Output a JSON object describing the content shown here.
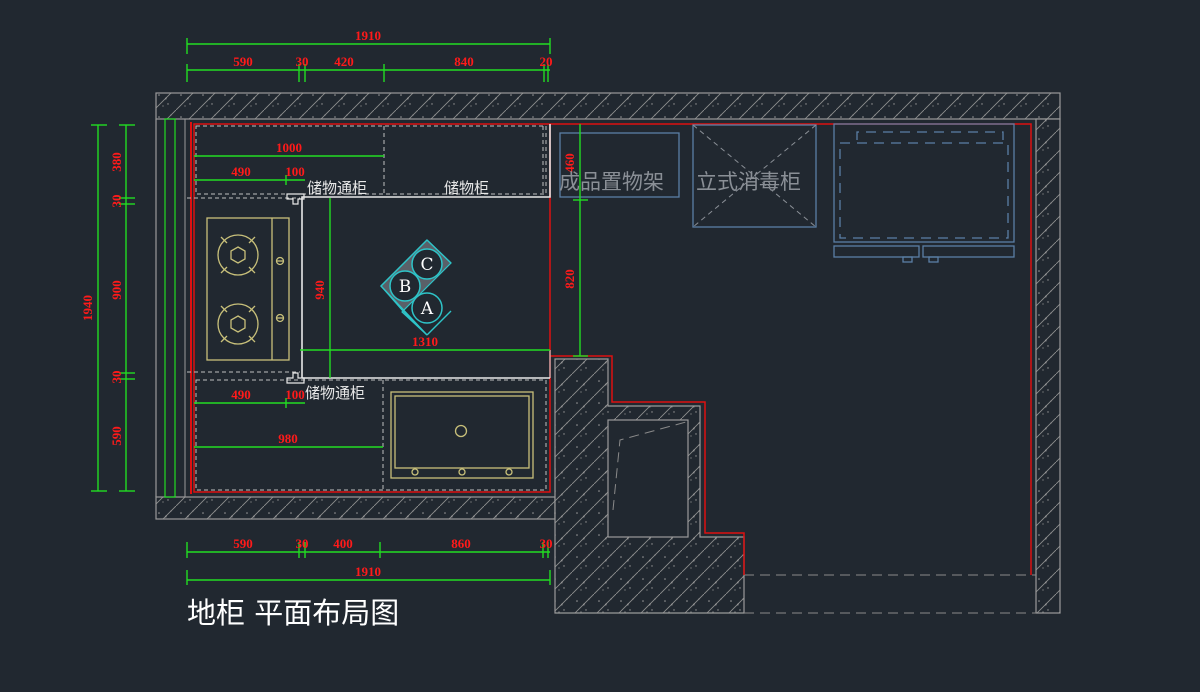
{
  "title": "地柜 平面布局图",
  "colors": {
    "background": "#212830",
    "wall": "#9a9a9a",
    "dimension_line": "#22dd22",
    "dimension_text": "#ff1a1a",
    "counter_outline": "#dd1111",
    "appliance": "#c8c07a",
    "equipment": "#5b7fa6",
    "stool": "#2ec4c8"
  },
  "top_dimensions": {
    "total": "1910",
    "segments": [
      "590",
      "30",
      "420",
      "840",
      "20"
    ]
  },
  "bottom_dimensions": {
    "total": "1910",
    "segments": [
      "590",
      "30",
      "400",
      "860",
      "30"
    ]
  },
  "left_dimensions": {
    "total": "1940",
    "segments": [
      "380",
      "30",
      "900",
      "30",
      "590"
    ]
  },
  "inner_dimensions": {
    "upper_cabinet_width": "1000",
    "upper_left": "490",
    "upper_gap": "100",
    "lower_left": "490",
    "lower_gap": "100",
    "lower_cabinet_width": "980",
    "aisle_height": "940",
    "aisle_width": "1310",
    "right_upper": "460",
    "right_height": "820"
  },
  "labels": {
    "storage_pass_cabinet_top": "储物通柜",
    "storage_cabinet": "储物柜",
    "storage_pass_cabinet_bottom": "储物通柜",
    "finished_goods_shelf": "成品置物架",
    "vertical_sterilizer": "立式消毒柜"
  },
  "stools": [
    "C",
    "B",
    "A"
  ],
  "icons": {
    "stove": "two-burner-stove-icon",
    "sink": "sink-icon",
    "sterilizer": "cross-box-icon",
    "fridge": "refrigerator-icon"
  }
}
